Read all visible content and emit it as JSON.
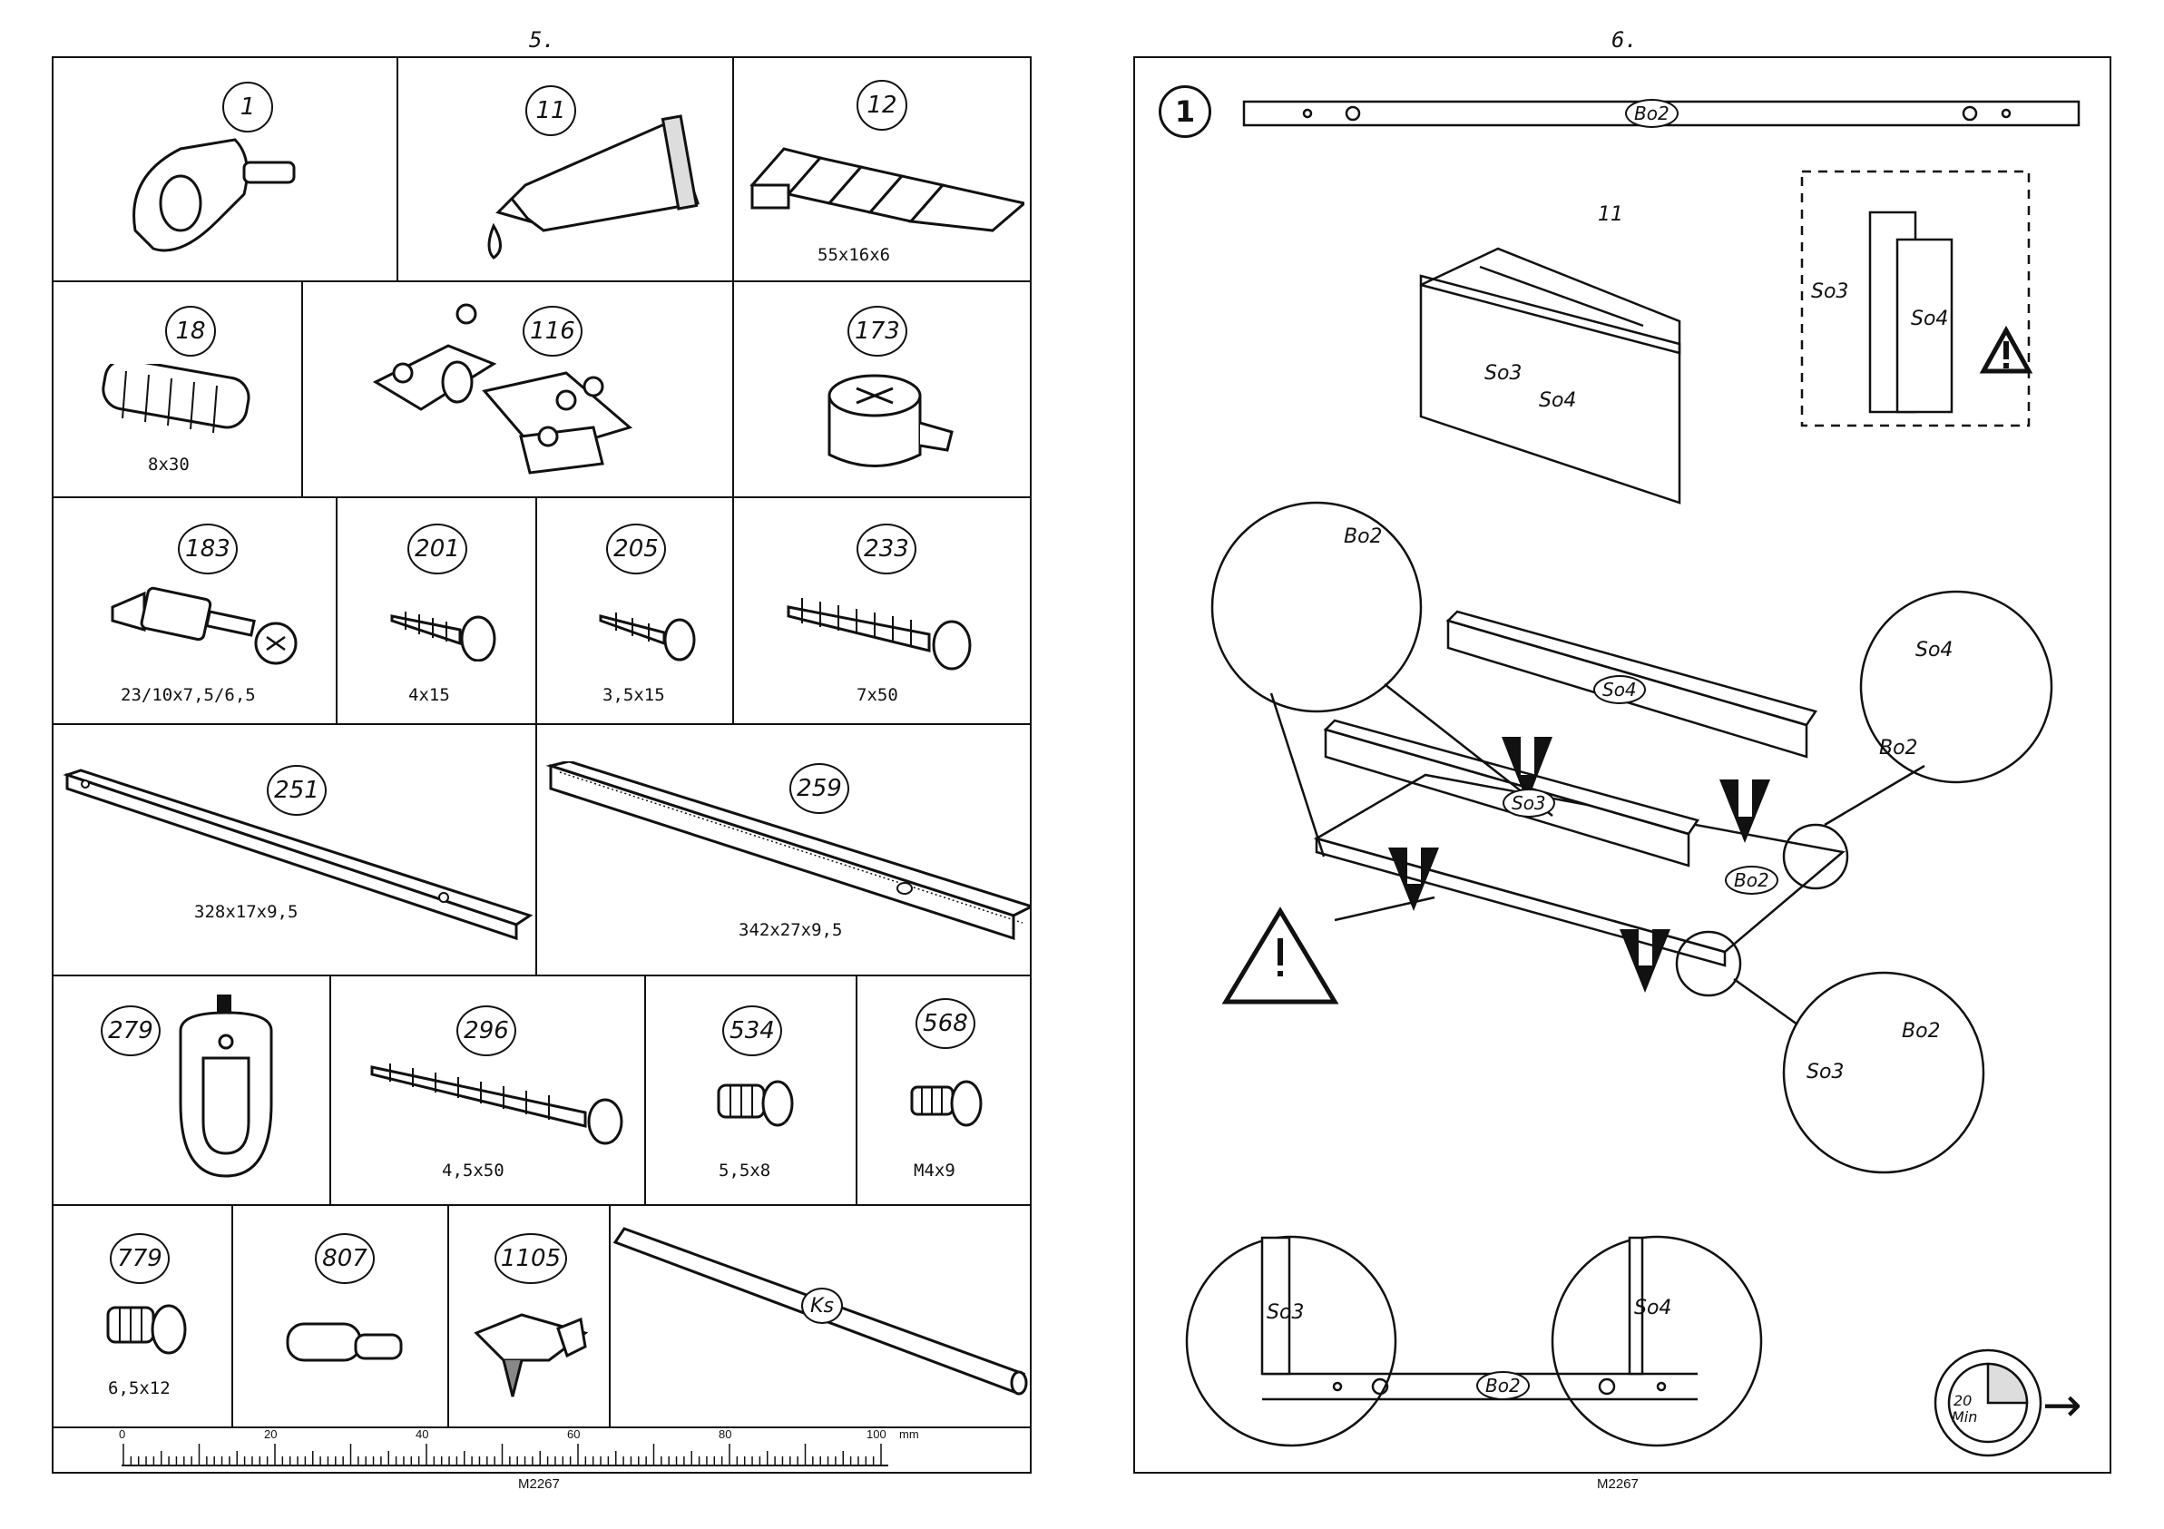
{
  "left_page": {
    "page_number": "5.",
    "doc_code": "M2267",
    "parts": [
      {
        "id": "1",
        "dim": ""
      },
      {
        "id": "11",
        "dim": ""
      },
      {
        "id": "12",
        "dim": "55x16x6"
      },
      {
        "id": "18",
        "dim": "8x30"
      },
      {
        "id": "116",
        "dim": ""
      },
      {
        "id": "173",
        "dim": ""
      },
      {
        "id": "183",
        "dim": "23/10x7,5/6,5"
      },
      {
        "id": "201",
        "dim": "4x15"
      },
      {
        "id": "205",
        "dim": "3,5x15"
      },
      {
        "id": "233",
        "dim": "7x50"
      },
      {
        "id": "251",
        "dim": "328x17x9,5"
      },
      {
        "id": "259",
        "dim": "342x27x9,5"
      },
      {
        "id": "279",
        "dim": ""
      },
      {
        "id": "296",
        "dim": "4,5x50"
      },
      {
        "id": "534",
        "dim": "5,5x8"
      },
      {
        "id": "568",
        "dim": "M4x9"
      },
      {
        "id": "779",
        "dim": "6,5x12"
      },
      {
        "id": "807",
        "dim": ""
      },
      {
        "id": "1105",
        "dim": ""
      },
      {
        "id": "Ks",
        "dim": ""
      }
    ],
    "ruler": {
      "labels": [
        "0",
        "20",
        "40",
        "60",
        "80",
        "100"
      ],
      "unit": "mm"
    }
  },
  "right_page": {
    "page_number": "6.",
    "doc_code": "M2267",
    "step": "1",
    "labels": {
      "bo2": "Bo2",
      "so3": "So3",
      "so4": "So4",
      "glue": "11",
      "time_value": "20",
      "time_unit": "Min"
    },
    "arrow_next": "→"
  }
}
